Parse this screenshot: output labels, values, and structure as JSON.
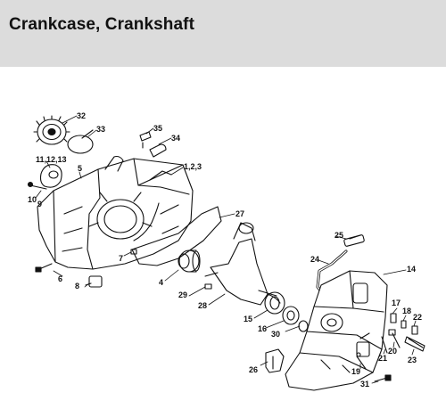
{
  "header": {
    "title": "Crankcase, Crankshaft"
  },
  "colors": {
    "header_bg": "#dcdcdc",
    "line": "#111111"
  },
  "labels": {
    "l32": "32",
    "l33": "33",
    "l35": "35",
    "l34": "34",
    "l11_12_13": "11,12,13",
    "l5": "5",
    "l1_2_3": "1,2,3",
    "l10": "10",
    "l9": "9",
    "l27": "27",
    "l7": "7",
    "l25": "25",
    "l24": "24",
    "l14": "14",
    "l6": "6",
    "l4": "4",
    "l8": "8",
    "l29": "29",
    "l28": "28",
    "l15": "15",
    "l16": "16",
    "l30": "30",
    "l17": "17",
    "l18": "18",
    "l22": "22",
    "l20": "20",
    "l21": "21",
    "l23": "23",
    "l26": "26",
    "l19": "19",
    "l31": "31"
  }
}
